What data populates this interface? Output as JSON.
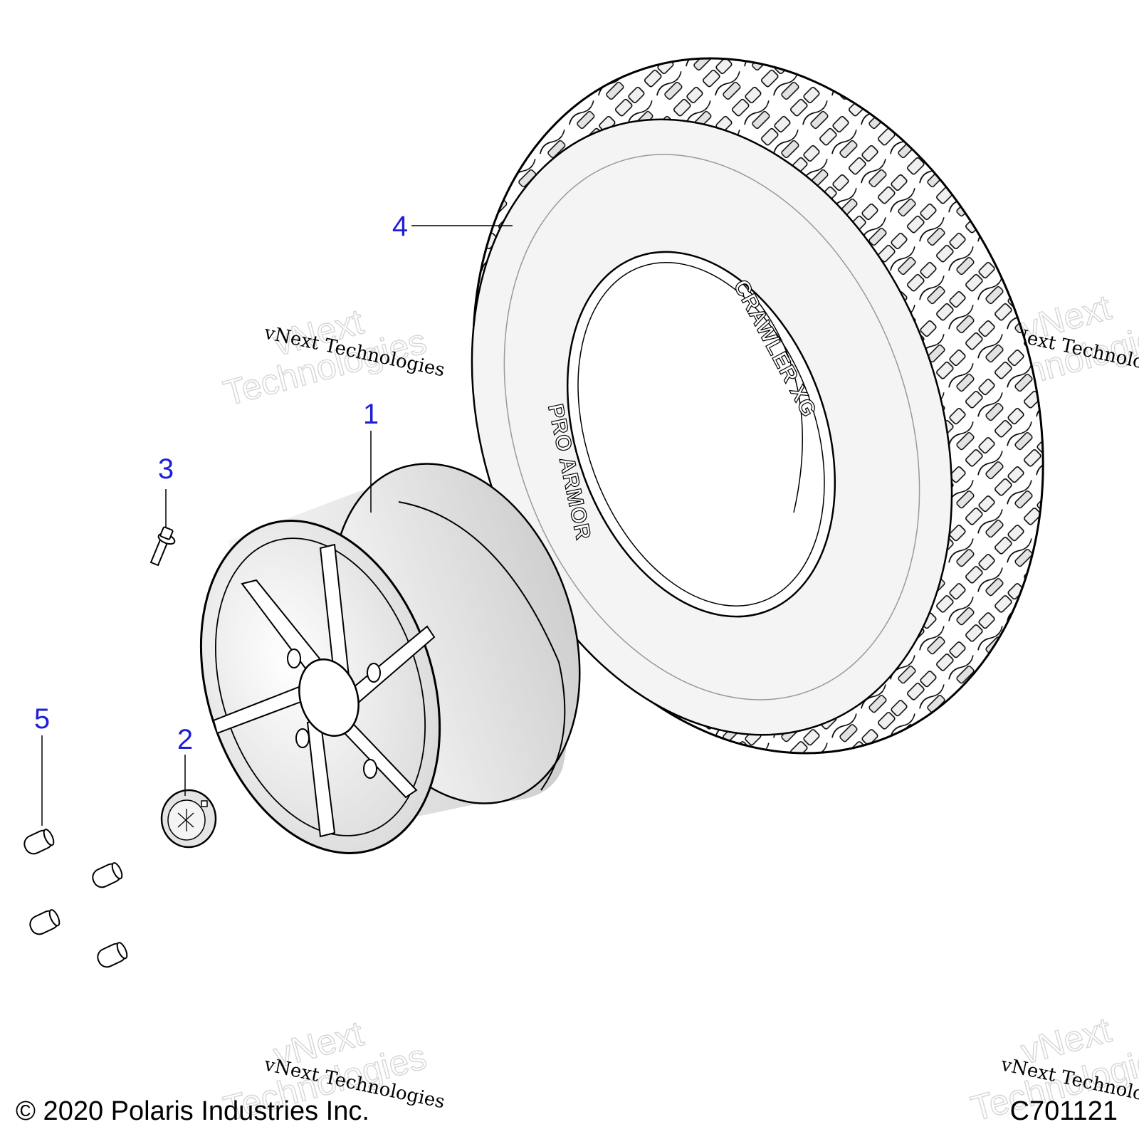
{
  "diagram": {
    "callouts": [
      "1",
      "2",
      "3",
      "4",
      "5"
    ],
    "parts": {
      "wheel": "wheel",
      "hub_cap": "hub cap",
      "valve_stem": "valve stem",
      "tire": "tire",
      "lug_nuts": "lug nuts"
    },
    "tire_sidewall": {
      "brand": "PRO ARMOR",
      "model": "CRAWLER XG"
    }
  },
  "footer": {
    "copyright": "© 2020 Polaris Industries Inc.",
    "figure_code": "C701121"
  },
  "watermark": {
    "line": "vNext Technologies",
    "big_1": "vNext",
    "big_2": "Technologies"
  },
  "colors": {
    "callout": "#1f1fd6",
    "line": "#000000",
    "fill_light": "#f2f2f2",
    "fill_mid": "#dcdcdc"
  }
}
